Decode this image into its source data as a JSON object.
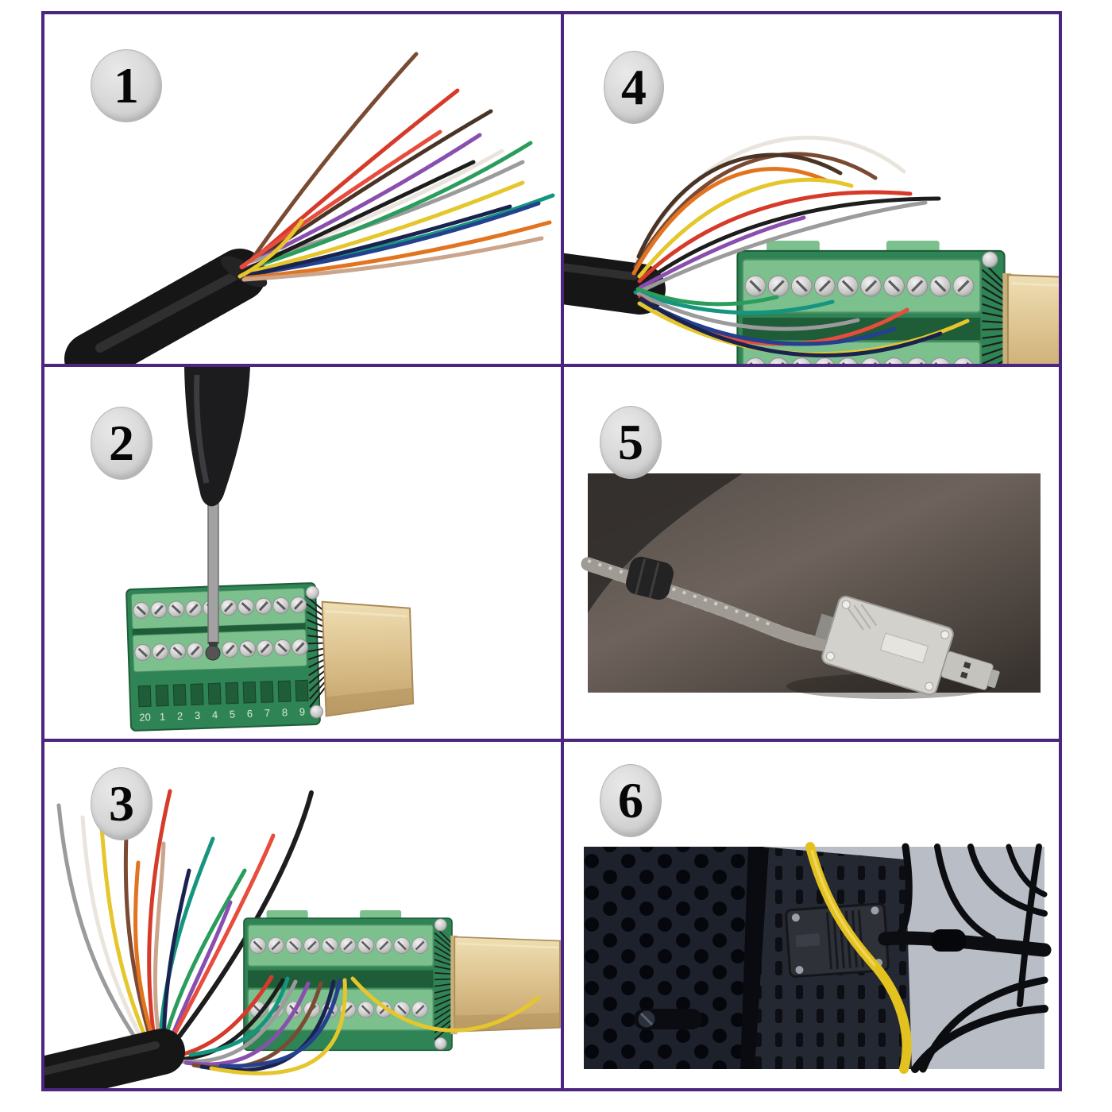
{
  "steps": [
    {
      "num": "1"
    },
    {
      "num": "2"
    },
    {
      "num": "3"
    },
    {
      "num": "4"
    },
    {
      "num": "5"
    },
    {
      "num": "6"
    }
  ],
  "pin_labels": [
    "20",
    "1",
    "2",
    "3",
    "4",
    "5",
    "6",
    "7",
    "8",
    "9"
  ],
  "colors": {
    "frame_purple": "#4c2580",
    "badge_fill": "#d6d6d6",
    "badge_text": "#070707",
    "cable_jacket": "#161616",
    "cable_sheen": "#474747",
    "pcb_green": "#2e8455",
    "pcb_dark": "#1f5c38",
    "terminal_green": "#7cc08e",
    "terminal_edge": "#4e8f63",
    "screw_slot": "#5c5c5c",
    "pin_black": "#1c1c1c",
    "gold_edge": "#a88b57",
    "gold_shade": "#b3945f",
    "silkscreen": "#dce8dc",
    "photo5_dark": "#39332f",
    "photo5_mid": "#6e635c",
    "braid_silver": "#b7b2ac",
    "braid_shadow": "#8f8a84",
    "ferrite_black": "#232323",
    "shell_silver": "#d3d1cc",
    "shell_edge": "#9c9a95",
    "photo6_wall": "#b9bec6",
    "photo6_panel": "#1c212c",
    "photo6_hole": "#05070c",
    "photo6_chassis": "#242832",
    "photo6_connector": "#2e3138",
    "photo6_cable": "#0c0d10",
    "yellow_cable": "#e3c11f"
  },
  "wire_palette": [
    "#7a4a33",
    "#d63a2a",
    "#8a4fae",
    "#4a3426",
    "#e9e4dc",
    "#9b9b9b",
    "#2a9d5c",
    "#15957f",
    "#e5c62c",
    "#24408e",
    "#1a2350",
    "#e2741f",
    "#1d1d1d",
    "#e74c3c",
    "#caa58c"
  ]
}
